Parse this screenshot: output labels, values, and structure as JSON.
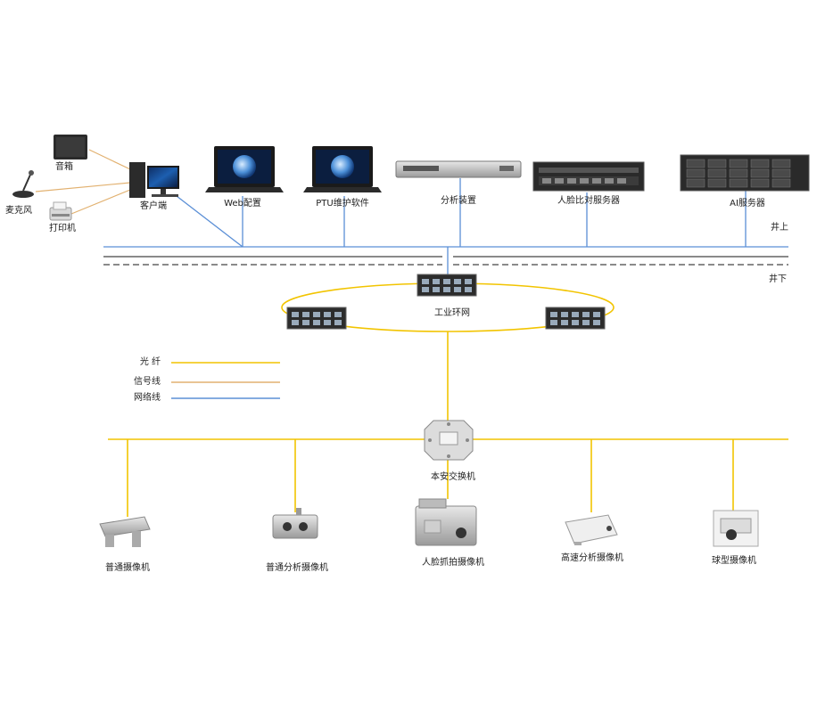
{
  "colors": {
    "fiber": "#f2c400",
    "signal": "#e2b170",
    "network": "#5b8fd6",
    "divider": "#444444"
  },
  "clients": {
    "speaker": "音箱",
    "microphone": "麦克风",
    "printer": "打印机",
    "client_pc": "客户端"
  },
  "servers": {
    "web_config": "Web配置",
    "ptu_software": "PTU维护软件",
    "analysis_device": "分析装置",
    "face_server": "人脸比对服务器",
    "ai_server": "AI服务器"
  },
  "zones": {
    "above": "井上",
    "below": "井下"
  },
  "ring": {
    "label": "工业环网"
  },
  "legend": {
    "fiber": "光   纤",
    "signal": "信号线",
    "network": "网络线"
  },
  "switch": {
    "label": "本安交换机"
  },
  "cameras": {
    "normal": "普通摄像机",
    "normal_analysis": "普通分析摄像机",
    "face_capture": "人脸抓拍摄像机",
    "highspeed_analysis": "高速分析摄像机",
    "dome": "球型摄像机"
  }
}
